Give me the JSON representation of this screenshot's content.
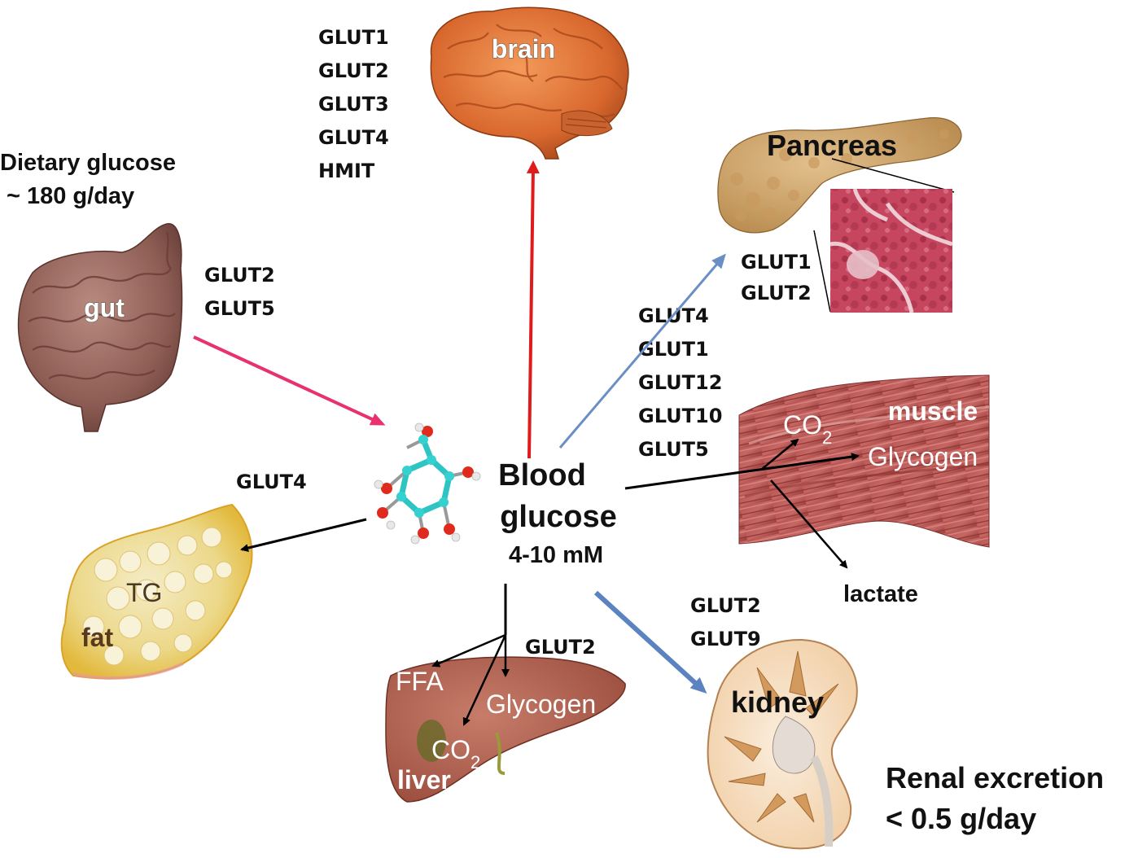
{
  "labels": {
    "brain": "brain",
    "pancreas": "Pancreas",
    "gut": "gut",
    "muscle": "muscle",
    "fat": "fat",
    "tg": "TG",
    "liver": "liver",
    "kidney": "kidney",
    "ffa": "FFA",
    "liver_glycogen": "Glycogen",
    "liver_co": "CO",
    "liver_co_sub": "2",
    "muscle_co": "CO",
    "muscle_co_sub": "2",
    "muscle_glycogen": "Glycogen",
    "lactate": "lactate",
    "dietary_line1": "Dietary glucose",
    "dietary_line2": "~ 180 g/day",
    "blood_line1": "Blood",
    "blood_line2": "glucose",
    "blood_line3": "4-10 mM",
    "renal_line1": "Renal excretion",
    "renal_line2": "< 0.5 g/day"
  },
  "transporters": {
    "brain": [
      "GLUT1",
      "GLUT2",
      "GLUT3",
      "GLUT4",
      "HMIT"
    ],
    "gut": [
      "GLUT2",
      "GLUT5"
    ],
    "pancreas": [
      "GLUT1",
      "GLUT2"
    ],
    "muscle": [
      "GLUT4",
      "GLUT1",
      "GLUT12",
      "GLUT10",
      "GLUT5"
    ],
    "fat": [
      "GLUT4"
    ],
    "liver": [
      "GLUT2"
    ],
    "kidney": [
      "GLUT2",
      "GLUT9"
    ]
  },
  "colors": {
    "gut_arrow": "#e8316f",
    "brain_arrow": "#e01b1b",
    "pancreas_arrow": "#6a8fc4",
    "kidney_arrow": "#5b83c0",
    "black_arrow": "#000000"
  }
}
